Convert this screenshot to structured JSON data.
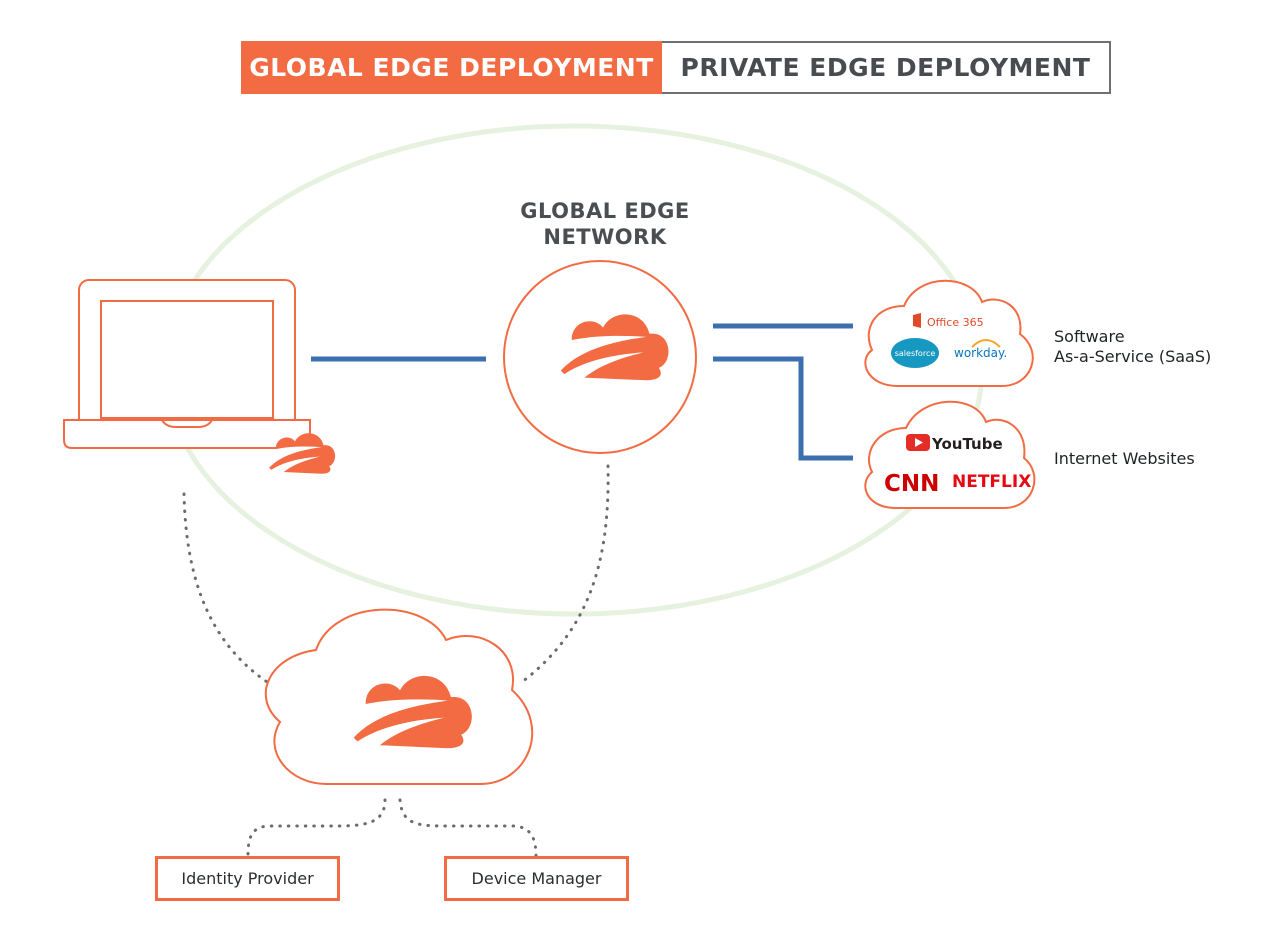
{
  "tabs": {
    "global": "GLOBAL EDGE DEPLOYMENT",
    "private": "PRIVATE EDGE DEPLOYMENT"
  },
  "network": {
    "line1": "GLOBAL EDGE",
    "line2": "NETWORK"
  },
  "saas": {
    "line1": "Software",
    "line2": "As-a-Service (SaaS)",
    "logos": {
      "office": "Office 365",
      "salesforce": "salesforce",
      "workday": "workday."
    }
  },
  "websites": {
    "label": "Internet Websites",
    "logos": {
      "youtube": "YouTube",
      "cnn": "CNN",
      "netflix": "NETFLIX"
    }
  },
  "boxes": {
    "identity": "Identity Provider",
    "device": "Device Manager"
  },
  "colors": {
    "accent": "#f26b43",
    "link": "#3c6fb0",
    "orbit": "#e6f2df",
    "dots": "#6b6b6b"
  }
}
